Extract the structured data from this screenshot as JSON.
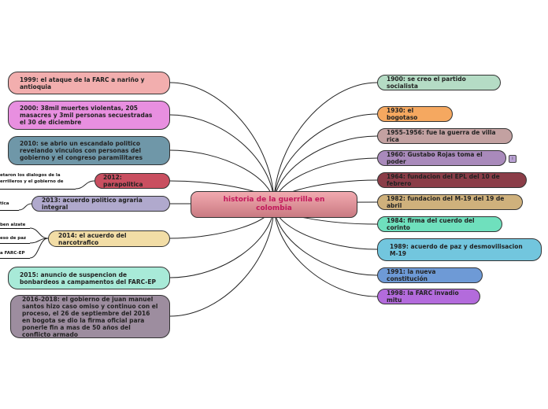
{
  "root": "historia de la guerrilla en colombia",
  "left_nodes": [
    {
      "text": "1999: el ataque de la FARC a nariño y antioquia",
      "color": "#f2aeae"
    },
    {
      "text": "2000: 38mil muertes violentas, 205 masacres y 3mil personas secuestradas el 30 de diciembre",
      "color": "#e88fe0"
    },
    {
      "text": "2010: se abrio un escandalo politico revelando vinculos con personas del gobierno y el congreso paramilitares",
      "color": "#6f97a8"
    },
    {
      "text": "2012: parapolitica",
      "color": "#c94f60"
    },
    {
      "text": "2013: acuerdo politico agraria integral",
      "color": "#b0a9cd"
    },
    {
      "text": "2014: el acuerdo del narcotrafico",
      "color": "#f2dda6"
    },
    {
      "text": "2015: anuncio de suspencion de bonbardeos a campamentos del FARC-EP",
      "color": "#a8ead8"
    },
    {
      "text": "2016-2018: el gobierno de juan manuel santos hizo caso omiso y continuo con el proceso, el 26 de septiembre del 2016 en bogota se dio la firma oficial para ponerle fin a mas de 50 años del conflicto armado",
      "color": "#9d8d9f"
    }
  ],
  "right_nodes": [
    {
      "text": "1900: se creo el partido socialista",
      "color": "#b5dcc5"
    },
    {
      "text": "1930: el bogotaso",
      "color": "#f5a860"
    },
    {
      "text": "1955-1956: fue la guerra de villa rica",
      "color": "#c3a1a1"
    },
    {
      "text": "1960: Gustabo Rojas toma el poder",
      "color": "#a98abb"
    },
    {
      "text": "1964: fundacion del EPL del 10 de febrero",
      "color": "#8b3d48"
    },
    {
      "text": "1982: fundacion del M-19 del 19 de abril",
      "color": "#cfb17c"
    },
    {
      "text": "1984: firma del cuerdo del corinto",
      "color": "#6fe0bd"
    },
    {
      "text": "1989: acuerdo de paz y desmovilisacion M-19",
      "color": "#72c6de"
    },
    {
      "text": "1991: la nueva constitución",
      "color": "#6e9ad6"
    },
    {
      "text": "1998: la FARC invadio mitu",
      "color": "#b36bdc"
    }
  ],
  "sub_texts": [
    "etaron los dialogos de la",
    "errilleros y el gobierno de",
    "tica",
    "ben alzate",
    "eso de paz",
    "a FARC-EP"
  ],
  "badge_icon": "note-icon"
}
